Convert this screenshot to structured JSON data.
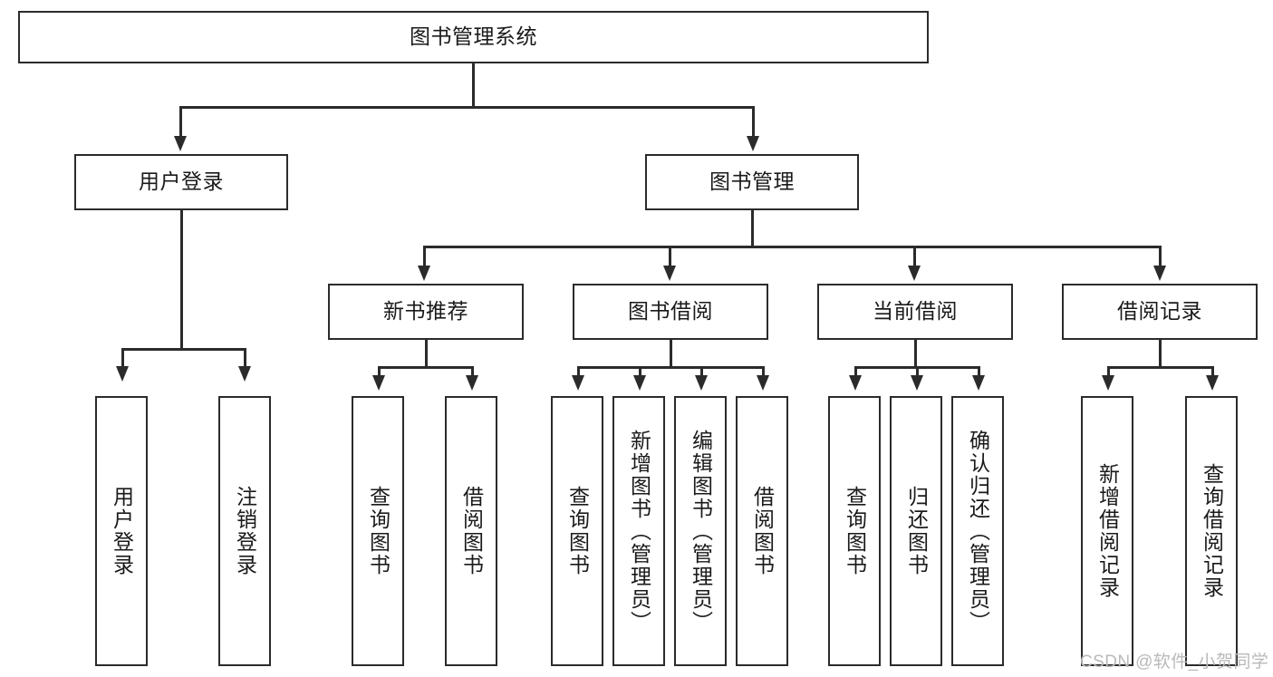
{
  "diagram": {
    "type": "tree",
    "title_node": "图书管理系统",
    "watermark": "CSDN @软件_小贺同学",
    "colors": {
      "stroke": "#2b2b2b",
      "background": "#ffffff",
      "text": "#1a1a1a",
      "watermark": "#b9b9b9"
    },
    "levels": {
      "level1": [
        {
          "id": "root",
          "label": "图书管理系统"
        }
      ],
      "level2": [
        {
          "id": "user-login",
          "label": "用户登录",
          "parent": "root"
        },
        {
          "id": "book-manage",
          "label": "图书管理",
          "parent": "root"
        }
      ],
      "level3": [
        {
          "id": "new-book-recommend",
          "label": "新书推荐",
          "parent": "book-manage"
        },
        {
          "id": "book-borrow",
          "label": "图书借阅",
          "parent": "book-manage"
        },
        {
          "id": "current-borrow",
          "label": "当前借阅",
          "parent": "book-manage"
        },
        {
          "id": "borrow-record",
          "label": "借阅记录",
          "parent": "book-manage"
        }
      ],
      "leaves": [
        {
          "id": "leaf-user-login",
          "label": "用户登录",
          "parent": "user-login"
        },
        {
          "id": "leaf-logout",
          "label": "注销登录",
          "parent": "user-login"
        },
        {
          "id": "leaf-query-book-1",
          "label": "查询图书",
          "parent": "new-book-recommend"
        },
        {
          "id": "leaf-borrow-book-1",
          "label": "借阅图书",
          "parent": "new-book-recommend"
        },
        {
          "id": "leaf-query-book-2",
          "label": "查询图书",
          "parent": "book-borrow"
        },
        {
          "id": "leaf-add-book",
          "label": "新增图书（管理员）",
          "parent": "book-borrow"
        },
        {
          "id": "leaf-edit-book",
          "label": "编辑图书（管理员）",
          "parent": "book-borrow"
        },
        {
          "id": "leaf-borrow-book-2",
          "label": "借阅图书",
          "parent": "book-borrow"
        },
        {
          "id": "leaf-query-book-3",
          "label": "查询图书",
          "parent": "current-borrow"
        },
        {
          "id": "leaf-return-book",
          "label": "归还图书",
          "parent": "current-borrow"
        },
        {
          "id": "leaf-confirm-return",
          "label": "确认归还（管理员）",
          "parent": "current-borrow"
        },
        {
          "id": "leaf-add-record",
          "label": "新增借阅记录",
          "parent": "borrow-record"
        },
        {
          "id": "leaf-query-record",
          "label": "查询借阅记录",
          "parent": "borrow-record"
        }
      ]
    }
  }
}
